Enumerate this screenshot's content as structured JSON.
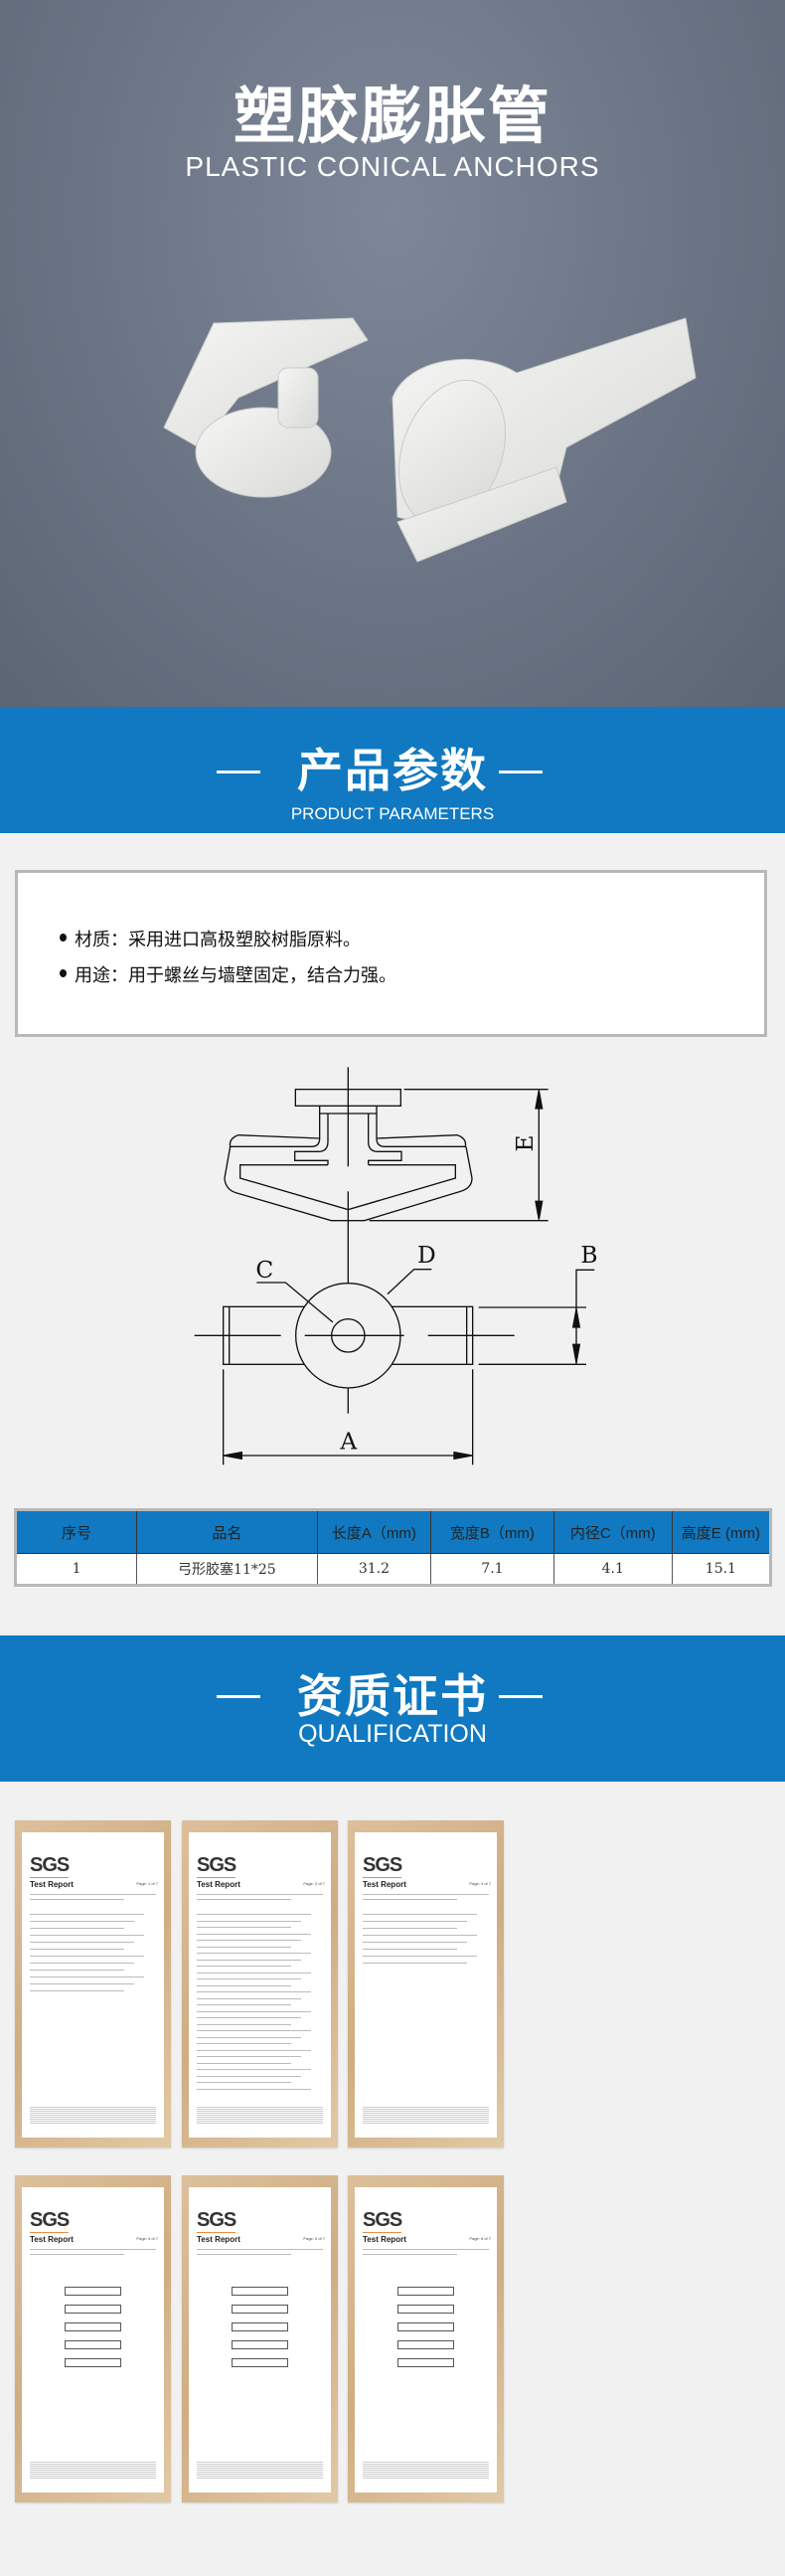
{
  "hero": {
    "title": "塑胶膨胀管",
    "subtitle": "PLASTIC CONICAL ANCHORS"
  },
  "params_section": {
    "title": "产品参数",
    "subtitle": "PRODUCT PARAMETERS"
  },
  "info": {
    "items": [
      "材质：采用进口高极塑胶树脂原料。",
      "用途：用于螺丝与墙壁固定，结合力强。"
    ]
  },
  "diagram": {
    "labels": {
      "a": "A",
      "b": "B",
      "c": "C",
      "d": "D",
      "e": "E"
    }
  },
  "spec_table": {
    "headers": [
      "序号",
      "品名",
      "长度A（mm)",
      "宽度B（mm)",
      "内径C（mm)",
      "高度E (mm)"
    ],
    "rows": [
      [
        "1",
        "弓形胶塞11*25",
        "31.2",
        "7.1",
        "4.1",
        "15.1"
      ]
    ]
  },
  "qualification": {
    "title": "资质证书",
    "subtitle": "QUALIFICATION"
  },
  "certificates": [
    {
      "logo": "SGS",
      "title": "Test Report",
      "page": "Page: 1 of 7"
    },
    {
      "logo": "SGS",
      "title": "Test Report",
      "page": "Page: 2 of 7"
    },
    {
      "logo": "SGS",
      "title": "Test Report",
      "page": "Page: 3 of 7"
    },
    {
      "logo": "SGS",
      "title": "Test Report",
      "page": "Page: 4 of 7"
    },
    {
      "logo": "SGS",
      "title": "Test Report",
      "page": "Page: 5 of 7"
    },
    {
      "logo": "SGS",
      "title": "Test Report",
      "page": "Page: 6 of 7"
    }
  ],
  "colors": {
    "accent": "#1079c1",
    "background": "#f1f1f1"
  }
}
